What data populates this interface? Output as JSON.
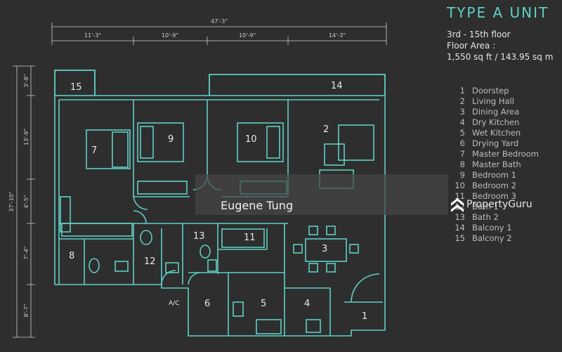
{
  "unit": {
    "title": "TYPE A UNIT",
    "floors": "3rd - 15th floor",
    "area_label": "Floor Area :",
    "area_value": "1,550 sq ft / 143.95 sq m"
  },
  "dimensions": {
    "total_width": "47'-3\"",
    "widths": [
      "11'-3\"",
      "10'-9\"",
      "10'-9\"",
      "14'-3\""
    ],
    "total_depth": "37'-10\"",
    "depths": [
      "3'-8\"",
      "13'-9\"",
      "4'-5\"",
      "7'-4\"",
      "8'-7\""
    ]
  },
  "legend": [
    {
      "num": "1",
      "name": "Doorstep"
    },
    {
      "num": "2",
      "name": "Living Hall"
    },
    {
      "num": "3",
      "name": "Dining Area"
    },
    {
      "num": "4",
      "name": "Dry Kitchen"
    },
    {
      "num": "5",
      "name": "Wet Kitchen"
    },
    {
      "num": "6",
      "name": "Drying Yard"
    },
    {
      "num": "7",
      "name": "Master Bedroom"
    },
    {
      "num": "8",
      "name": "Master Bath"
    },
    {
      "num": "9",
      "name": "Bedroom 1"
    },
    {
      "num": "10",
      "name": "Bedroom 2"
    },
    {
      "num": "11",
      "name": "Bedroom 3"
    },
    {
      "num": "12",
      "name": "Bath 1"
    },
    {
      "num": "13",
      "name": "Bath 2"
    },
    {
      "num": "14",
      "name": "Balcony 1"
    },
    {
      "num": "15",
      "name": "Balcony 2"
    }
  ],
  "room_numbers": {
    "r1": "1",
    "r2": "2",
    "r3": "3",
    "r4": "4",
    "r5": "5",
    "r6": "6",
    "r7": "7",
    "r8": "8",
    "r9": "9",
    "r10": "10",
    "r11": "11",
    "r12": "12",
    "r13": "13",
    "r14": "14",
    "r15": "15",
    "ac": "A/C"
  },
  "watermark": {
    "agent": "Eugene Tung",
    "brand": "PropertyGuru"
  },
  "colors": {
    "background": "#2e2e2e",
    "walls": "#5fcfc4",
    "title": "#5fcfc4"
  }
}
